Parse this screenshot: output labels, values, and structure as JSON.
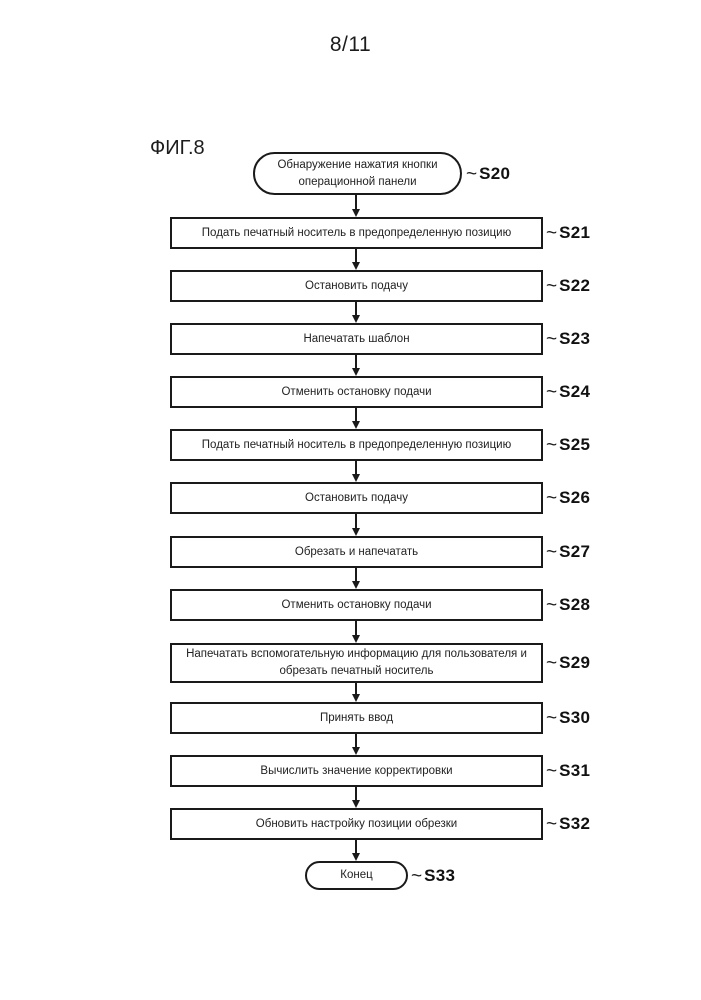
{
  "page": {
    "page_number": "8/11",
    "figure_label": "ФИГ.8"
  },
  "flowchart": {
    "title": "ФИГ.8",
    "nodes": [
      {
        "id": "S20",
        "type": "terminal-start",
        "label": "Обнаружение нажатия кнопки операционной панели"
      },
      {
        "id": "S21",
        "type": "process",
        "label": "Подать печатный носитель в предопределенную позицию"
      },
      {
        "id": "S22",
        "type": "process",
        "label": "Остановить подачу"
      },
      {
        "id": "S23",
        "type": "process",
        "label": "Напечатать шаблон"
      },
      {
        "id": "S24",
        "type": "process",
        "label": "Отменить остановку подачи"
      },
      {
        "id": "S25",
        "type": "process",
        "label": "Подать печатный носитель в предопределенную позицию"
      },
      {
        "id": "S26",
        "type": "process",
        "label": "Остановить подачу"
      },
      {
        "id": "S27",
        "type": "process",
        "label": "Обрезать и напечатать"
      },
      {
        "id": "S28",
        "type": "process",
        "label": "Отменить остановку подачи"
      },
      {
        "id": "S29",
        "type": "process",
        "label": "Напечатать вспомогательную информацию для пользователя и обрезать печатный носитель"
      },
      {
        "id": "S30",
        "type": "process",
        "label": "Принять ввод"
      },
      {
        "id": "S31",
        "type": "process",
        "label": "Вычислить значение корректировки"
      },
      {
        "id": "S32",
        "type": "process",
        "label": "Обновить настройку позиции обрезки"
      },
      {
        "id": "S33",
        "type": "terminal-end",
        "label": "Конец"
      }
    ],
    "tilde_glyph": "~",
    "line_color": "#1a1a1a"
  }
}
